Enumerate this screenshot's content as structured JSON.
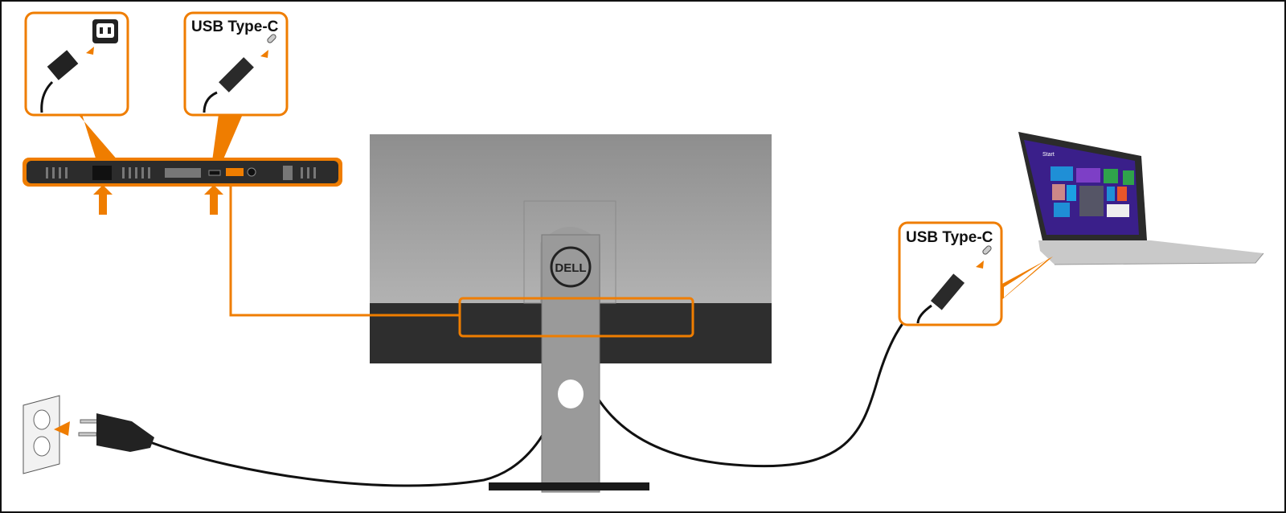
{
  "colors": {
    "accent": "#ef7d00",
    "cable": "#111111",
    "monitor_back": "#a3a3a3",
    "monitor_bottom": "#333333",
    "stand": "#9a9a9a",
    "laptop_screen": "#3a1f8a"
  },
  "callouts": {
    "power": {
      "icon": "power-socket-icon"
    },
    "usb_monitor": {
      "label": "USB Type-C",
      "icon": "usb-c-port-icon"
    },
    "usb_laptop": {
      "label": "USB Type-C",
      "icon": "usb-c-port-icon"
    }
  },
  "monitor": {
    "logo": "DELL"
  },
  "laptop": {
    "screen_title": "Start"
  }
}
